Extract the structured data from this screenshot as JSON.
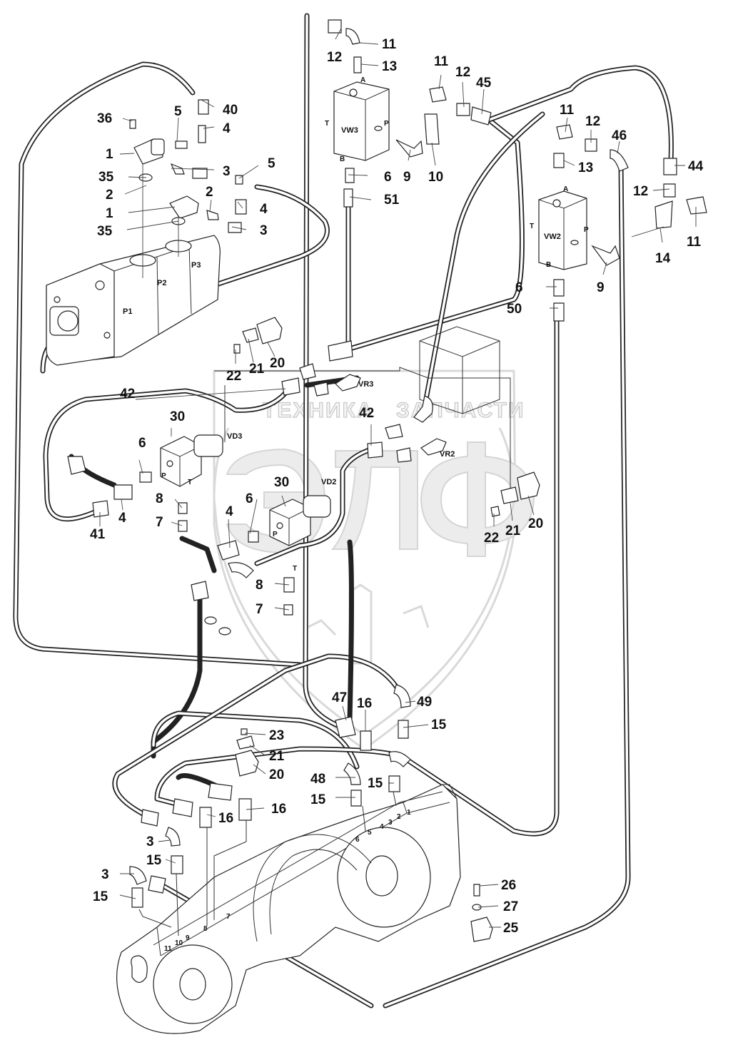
{
  "watermark": {
    "line1_left": "ТЕХНИКА",
    "line1_right": "ЗАПЧАСТИ",
    "logo": "ЭЛФ"
  },
  "pump_sections": {
    "p1": "P1",
    "p2": "P2",
    "p3": "P3"
  },
  "valve_vw3": {
    "name": "VW3",
    "a": "A",
    "b": "B",
    "p": "P",
    "t": "T"
  },
  "valve_vw2": {
    "name": "VW2",
    "a": "A",
    "b": "B",
    "p": "P",
    "t": "T"
  },
  "valve_tags": {
    "vr3": "VR3",
    "vr2": "VR2",
    "vd3": "VD3",
    "vd2": "VD2"
  },
  "solenoid_ports": {
    "p_upper": "P",
    "t_upper": "T",
    "p_lower": "P",
    "t_lower": "T"
  },
  "manifold_ports": {
    "port1": "1",
    "port2": "2",
    "port3": "3",
    "port4": "4",
    "port5": "5",
    "port6": "6",
    "port7": "7",
    "port8": "8",
    "port9": "9",
    "port10": "10",
    "port11": "11"
  },
  "callouts": [
    "11",
    "12",
    "13",
    "11",
    "12",
    "45",
    "11",
    "12",
    "13",
    "46",
    "44",
    "12",
    "11",
    "14",
    "9",
    "6",
    "50",
    "36",
    "5",
    "40",
    "4",
    "1",
    "35",
    "2",
    "3",
    "5",
    "2",
    "1",
    "4",
    "35",
    "3",
    "6",
    "9",
    "10",
    "51",
    "22",
    "21",
    "20",
    "42",
    "30",
    "6",
    "8",
    "7",
    "4",
    "41",
    "42",
    "30",
    "6",
    "4",
    "8",
    "7",
    "22",
    "21",
    "20",
    "47",
    "16",
    "49",
    "15",
    "23",
    "21",
    "20",
    "48",
    "15",
    "15",
    "16",
    "16",
    "3",
    "15",
    "3",
    "15",
    "26",
    "27",
    "25"
  ]
}
